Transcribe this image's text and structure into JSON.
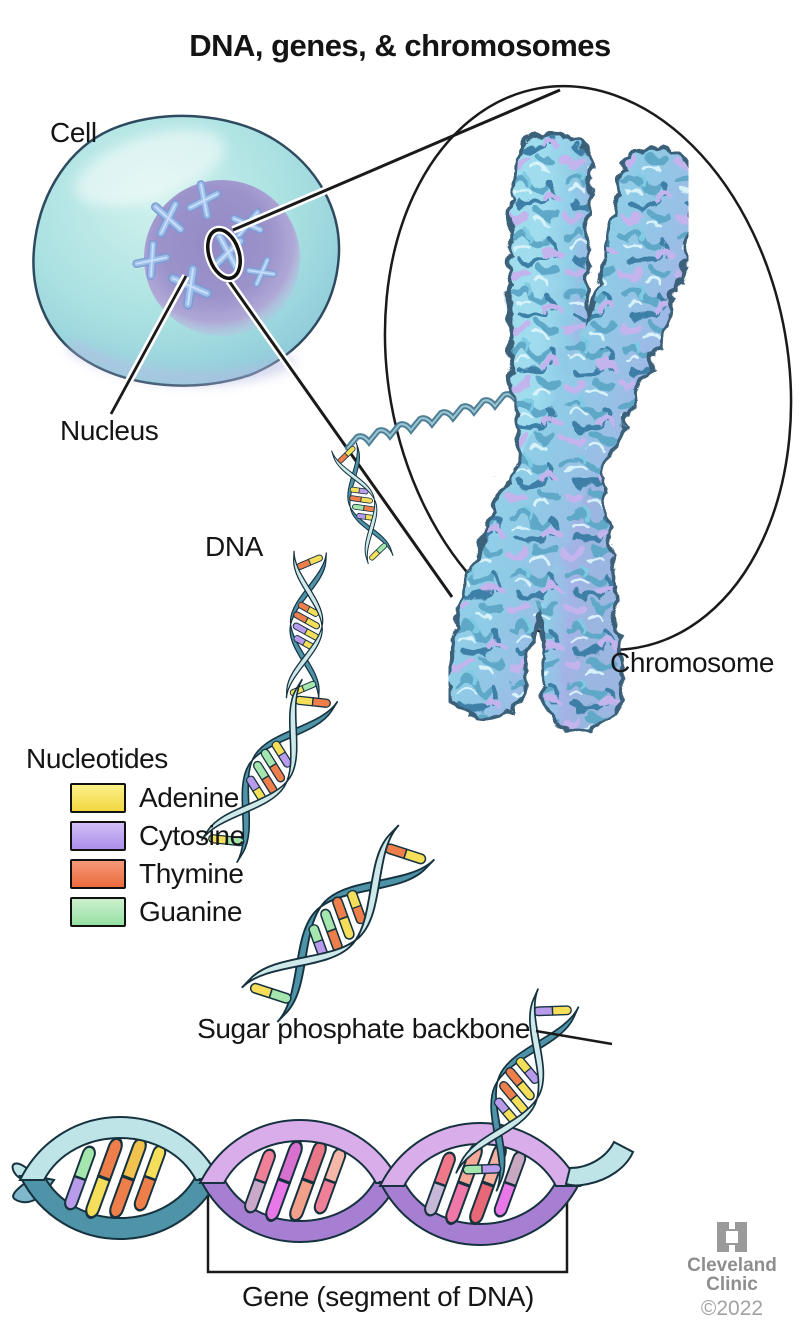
{
  "title": "DNA, genes, & chromosomes",
  "labels": {
    "cell": "Cell",
    "nucleus": "Nucleus",
    "dna": "DNA",
    "chromosome": "Chromosome",
    "nucleotides_header": "Nucleotides",
    "sugar_backbone": "Sugar phosphate backbone",
    "gene": "Gene (segment of DNA)"
  },
  "legend": [
    {
      "label": "Adenine",
      "color": "#F2D73F",
      "color_top": "#FBF08A"
    },
    {
      "label": "Cytosine",
      "color": "#AC8EEA",
      "color_top": "#D2BFF7"
    },
    {
      "label": "Thymine",
      "color": "#EC6A3C",
      "color_top": "#F5997A"
    },
    {
      "label": "Guanine",
      "color": "#96E1A3",
      "color_top": "#CDF0CE"
    }
  ],
  "credit": {
    "name_line1": "Cleveland",
    "name_line2": "Clinic",
    "year": "©2022"
  },
  "palette": {
    "helix_front": "#CFE9EA",
    "helix_back": "#4E93A8",
    "gene_front": "#D9ACEA",
    "gene_back": "#A77FD2",
    "chromosome_blue": "#8FD4EA",
    "chromosome_purple": "#AFA8E6",
    "cell_fill": "#AEE3E0",
    "nucleus_fill": "#9C92CB",
    "outline": "#1A1A1A"
  }
}
